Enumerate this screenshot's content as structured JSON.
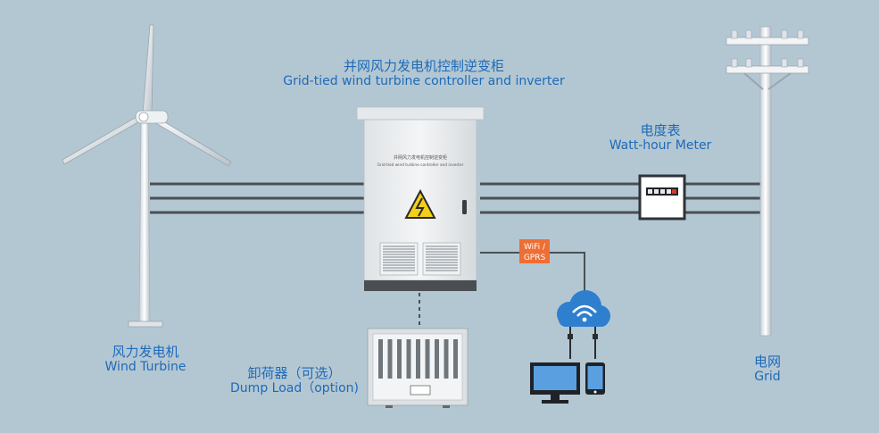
{
  "labels": {
    "inverter": {
      "cn": "并网风力发电机控制逆变柜",
      "en": "Grid-tied wind turbine controller and inverter"
    },
    "meter": {
      "cn": "电度表",
      "en": "Watt-hour Meter"
    },
    "turbine": {
      "cn": "风力发电机",
      "en": "Wind Turbine"
    },
    "dump_load": {
      "cn": "卸荷器（可选）",
      "en": "Dump Load（option)"
    },
    "grid": {
      "cn": "电网",
      "en": "Grid"
    }
  },
  "cabinet": {
    "cn": "并网风力发电机控制逆变柜",
    "en": "Grid-tied wind turbine controller and inverter"
  },
  "badge": {
    "line1": "WiFi /",
    "line2": "GPRS"
  },
  "icons": [
    "wind-turbine-icon",
    "high-voltage-warning-icon",
    "cloud-wifi-icon",
    "desktop-monitor-icon",
    "smartphone-icon",
    "utility-pole-icon",
    "watt-hour-meter-icon"
  ],
  "colors": {
    "background": "#b3c7d3",
    "label_text": "#1e6ab8",
    "badge": "#ee6e33",
    "cloud": "#2f7fcf",
    "wire": "#4a4f55"
  }
}
